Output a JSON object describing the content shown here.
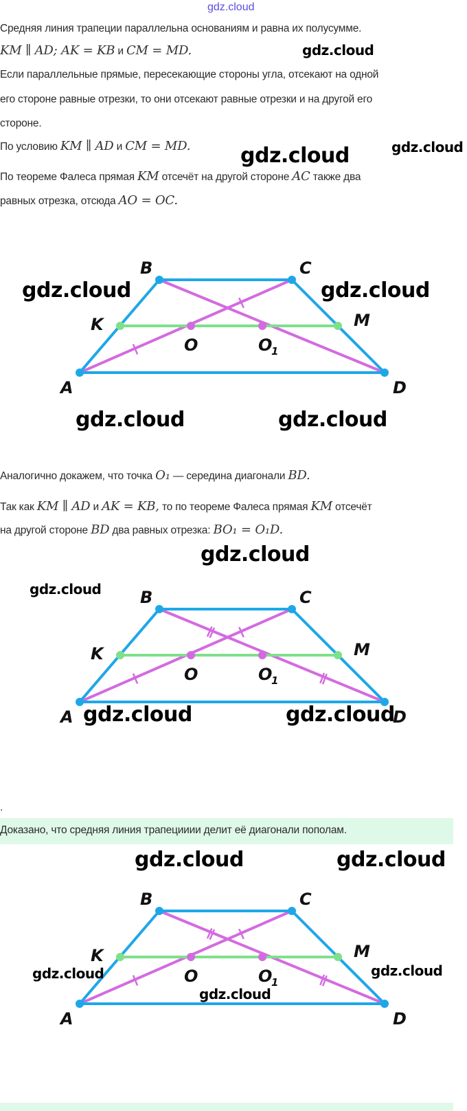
{
  "header": {
    "site_link": "gdz.cloud"
  },
  "paragraphs": {
    "p1": "Средняя линия трапеции параллельна основаниям и равна их полусумме.",
    "p2_m1": "KM ∥ AD; AK = KB",
    "p2_and": " и ",
    "p2_m2": "CM = MD.",
    "p3_l1": "Если параллельные прямые, пересекающие стороны угла, отсекают на одной",
    "p3_l2": "его стороне равные отрезки, то они отсекают равные отрезки и на другой его",
    "p3_l3": "стороне.",
    "p4_a": "По условию ",
    "p4_m1": "KM ∥ AD",
    "p4_and": " и ",
    "p4_m2": "CM = MD.",
    "p5_a": "По теореме Фалеса прямая ",
    "p5_m1": "KM",
    "p5_b": " отсечёт на другой стороне ",
    "p5_m2": "AC",
    "p5_c": " также два",
    "p5_l2a": "равных отрезка, отсюда ",
    "p5_m3": "AO = OC.",
    "p6_a": "Аналогично докажем, что точка ",
    "p6_m1": "O₁",
    "p6_b": " — середина диагонали ",
    "p6_m2": "BD.",
    "p7_a": "Так как ",
    "p7_m1": "KM ∥ AD",
    "p7_and": " и ",
    "p7_m2": "AK = KB,",
    "p7_b": " то по теореме Фалеса прямая ",
    "p7_m3": "KM",
    "p7_c": " отсечёт",
    "p7_l2a": "на другой стороне ",
    "p7_m4": "BD",
    "p7_l2b": " два равных отрезка: ",
    "p7_m5": "BO₁ = O₁D.",
    "dot": ".",
    "conclusion": "Доказано, что средняя линия трапецииии делит её диагонали пополам."
  },
  "diagram": {
    "labels": {
      "A": "A",
      "B": "B",
      "C": "C",
      "D": "D",
      "K": "K",
      "M": "M",
      "O": "O",
      "O1": "O",
      "O1_sub": "1"
    },
    "colors": {
      "sides": "#1ea7e8",
      "midline": "#7ee08a",
      "diagonals": "#d36be0",
      "points_blue": "#1ea7e8",
      "points_green": "#7ee08a",
      "points_pink": "#d36be0"
    }
  },
  "watermarks": [
    "gdz.cloud",
    "gdz.cloud",
    "gdz.cloud",
    "gdz.cloud",
    "gdz.cloud",
    "gdz.cloud",
    "gdz.cloud",
    "gdz.cloud",
    "gdz.cloud",
    "gdz.cloud",
    "gdz.cloud",
    "gdz.cloud",
    "gdz.cloud",
    "gdz.cloud",
    "gdz.cloud"
  ],
  "colors": {
    "link": "#5b4de0",
    "success_band": "#dff9e8"
  }
}
